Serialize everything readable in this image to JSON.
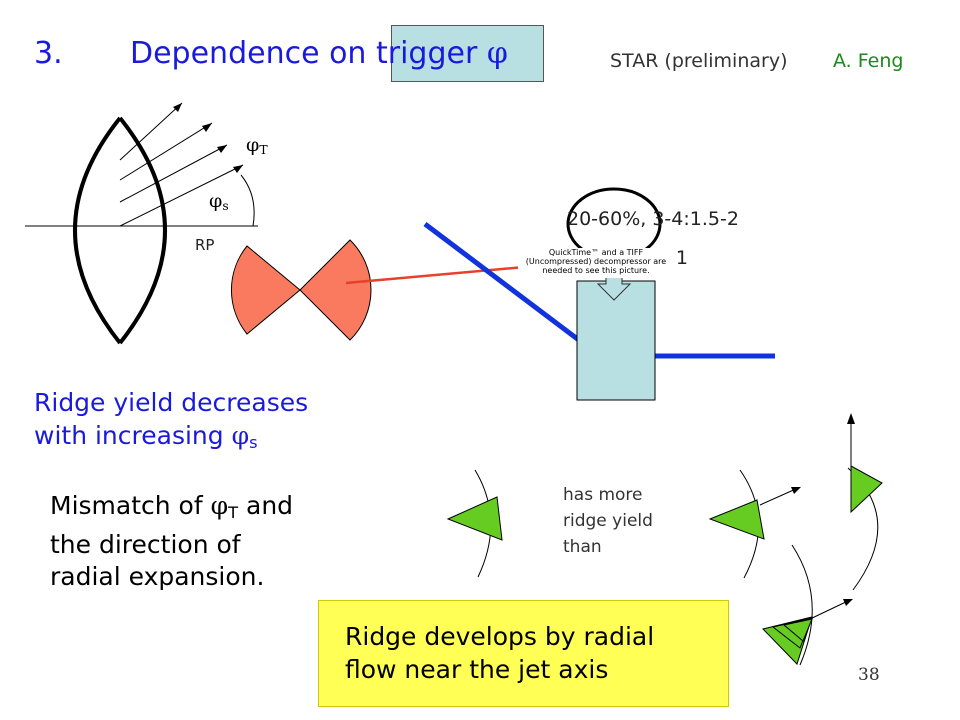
{
  "title": {
    "number": "3.",
    "text": "Dependence on trigger",
    "symbol": "φ"
  },
  "header": {
    "source": "STAR (preliminary)",
    "author": "A. Feng"
  },
  "diagram": {
    "phi_t_symbol": "φ",
    "phi_t_sub": "T",
    "phi_s_symbol": "φ",
    "phi_s_sub": "s",
    "rp_label": "RP"
  },
  "plot_labels": {
    "centrality": "20-60%, 3-4:1.5-2",
    "delta_eta": "|Δη| < 1"
  },
  "quicktime_notice": "QuickTime™ and a TIFF (Uncompressed) decompressor are needed to see this picture.",
  "ridge_decreases": {
    "line1": "Ridge yield decreases",
    "line2": "with increasing ",
    "symbol": "φ",
    "sub": "s"
  },
  "mismatch": {
    "part1": "Mismatch of ",
    "symbol": "φ",
    "sub": "T",
    "part2": " and",
    "line2": "the direction of",
    "line3": "radial expansion."
  },
  "comparison": {
    "line1": "has more",
    "line2": "ridge yield",
    "line3": "than"
  },
  "conclusion": {
    "line1": "Ridge develops by radial",
    "line2": "flow near the jet axis"
  },
  "page_number": "38",
  "colors": {
    "title_blue": "#1a1adc",
    "author_green": "#1a8a1a",
    "wedge_salmon": "#f97a5e",
    "arrow_red": "#e8402a",
    "line_blue": "#1133dd",
    "box_teal": "#b8dfe2",
    "wedge_green": "#66cc22",
    "yellow": "#ffff55"
  }
}
